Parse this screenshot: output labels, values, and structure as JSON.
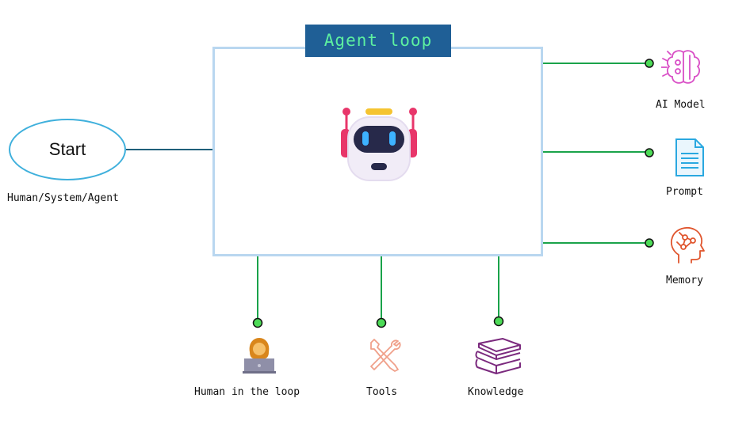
{
  "title": "Agent loop",
  "start": {
    "label": "Start",
    "caption": "Human/System/Agent"
  },
  "right_items": [
    {
      "label": "AI Model",
      "icon": "brain-icon",
      "color": "#d94fc6"
    },
    {
      "label": "Prompt",
      "icon": "document-icon",
      "color": "#2aa8e0"
    },
    {
      "label": "Memory",
      "icon": "head-memory-icon",
      "color": "#e0552d"
    }
  ],
  "bottom_items": [
    {
      "label": "Human in the loop",
      "icon": "person-laptop-icon"
    },
    {
      "label": "Tools",
      "icon": "tools-icon",
      "color": "#f0a08a"
    },
    {
      "label": "Knowledge",
      "icon": "books-icon",
      "color": "#7b2a7e"
    }
  ],
  "colors": {
    "connector": "#1aa34a",
    "connector_dot": "#4ddb57",
    "start_connector": "#1f5f7a",
    "box_border": "#b9d7f0",
    "title_bg": "#1f5f96",
    "title_text": "#5df0a0"
  },
  "center_icon": "robot-icon"
}
